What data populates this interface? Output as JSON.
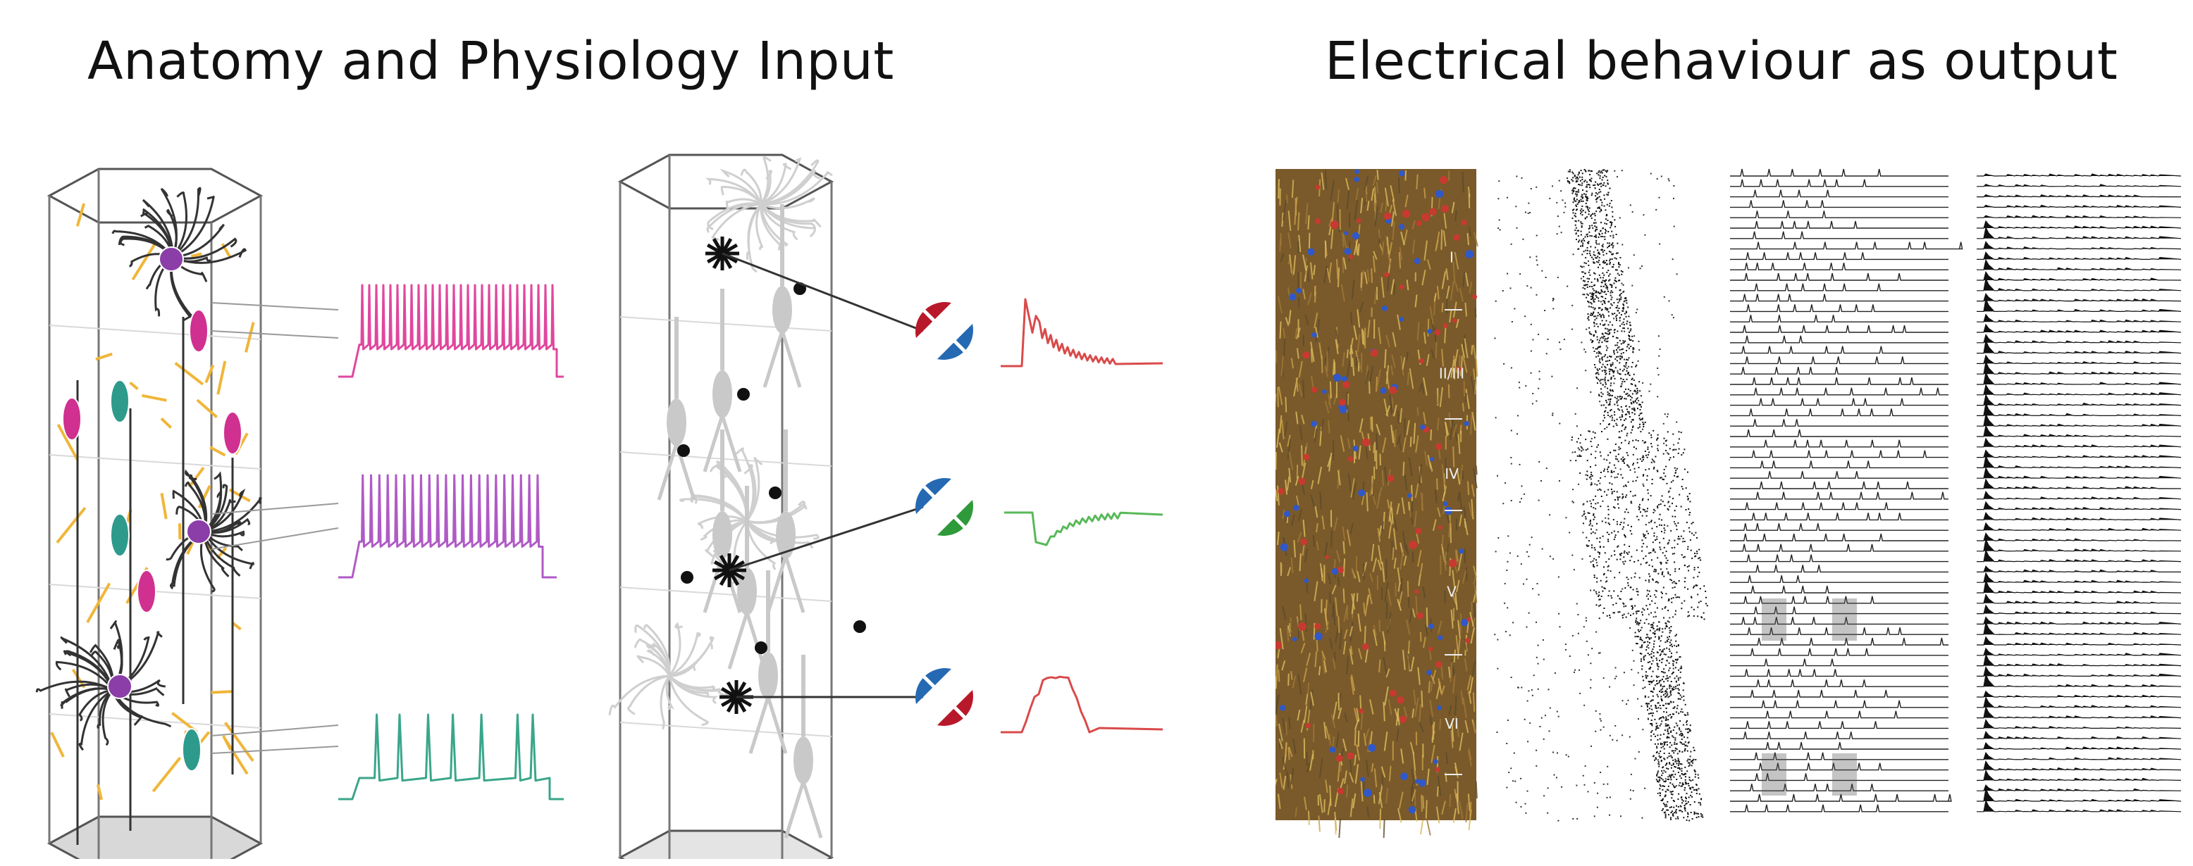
{
  "titles": {
    "left": "Anatomy and Physiology Input",
    "right": "Electrical behaviour as output"
  },
  "colors": {
    "pink_trace": "#e0479e",
    "purple_trace": "#b05ac6",
    "teal_trace": "#3aa68a",
    "red_trace": "#d94a4a",
    "green_trace": "#58b958",
    "neuron_pink": "#d0308f",
    "neuron_purple": "#8b3ea8",
    "neuron_teal": "#2d9a8c",
    "dendrite_orange": "#f0b63a",
    "gray_neuron": "#c9c9c9",
    "synapse_blue": "#2569b3",
    "synapse_red": "#b8192a",
    "synapse_green": "#2e9a39"
  },
  "layer_labels": [
    "I",
    "II/III",
    "IV",
    "V",
    "VI"
  ]
}
